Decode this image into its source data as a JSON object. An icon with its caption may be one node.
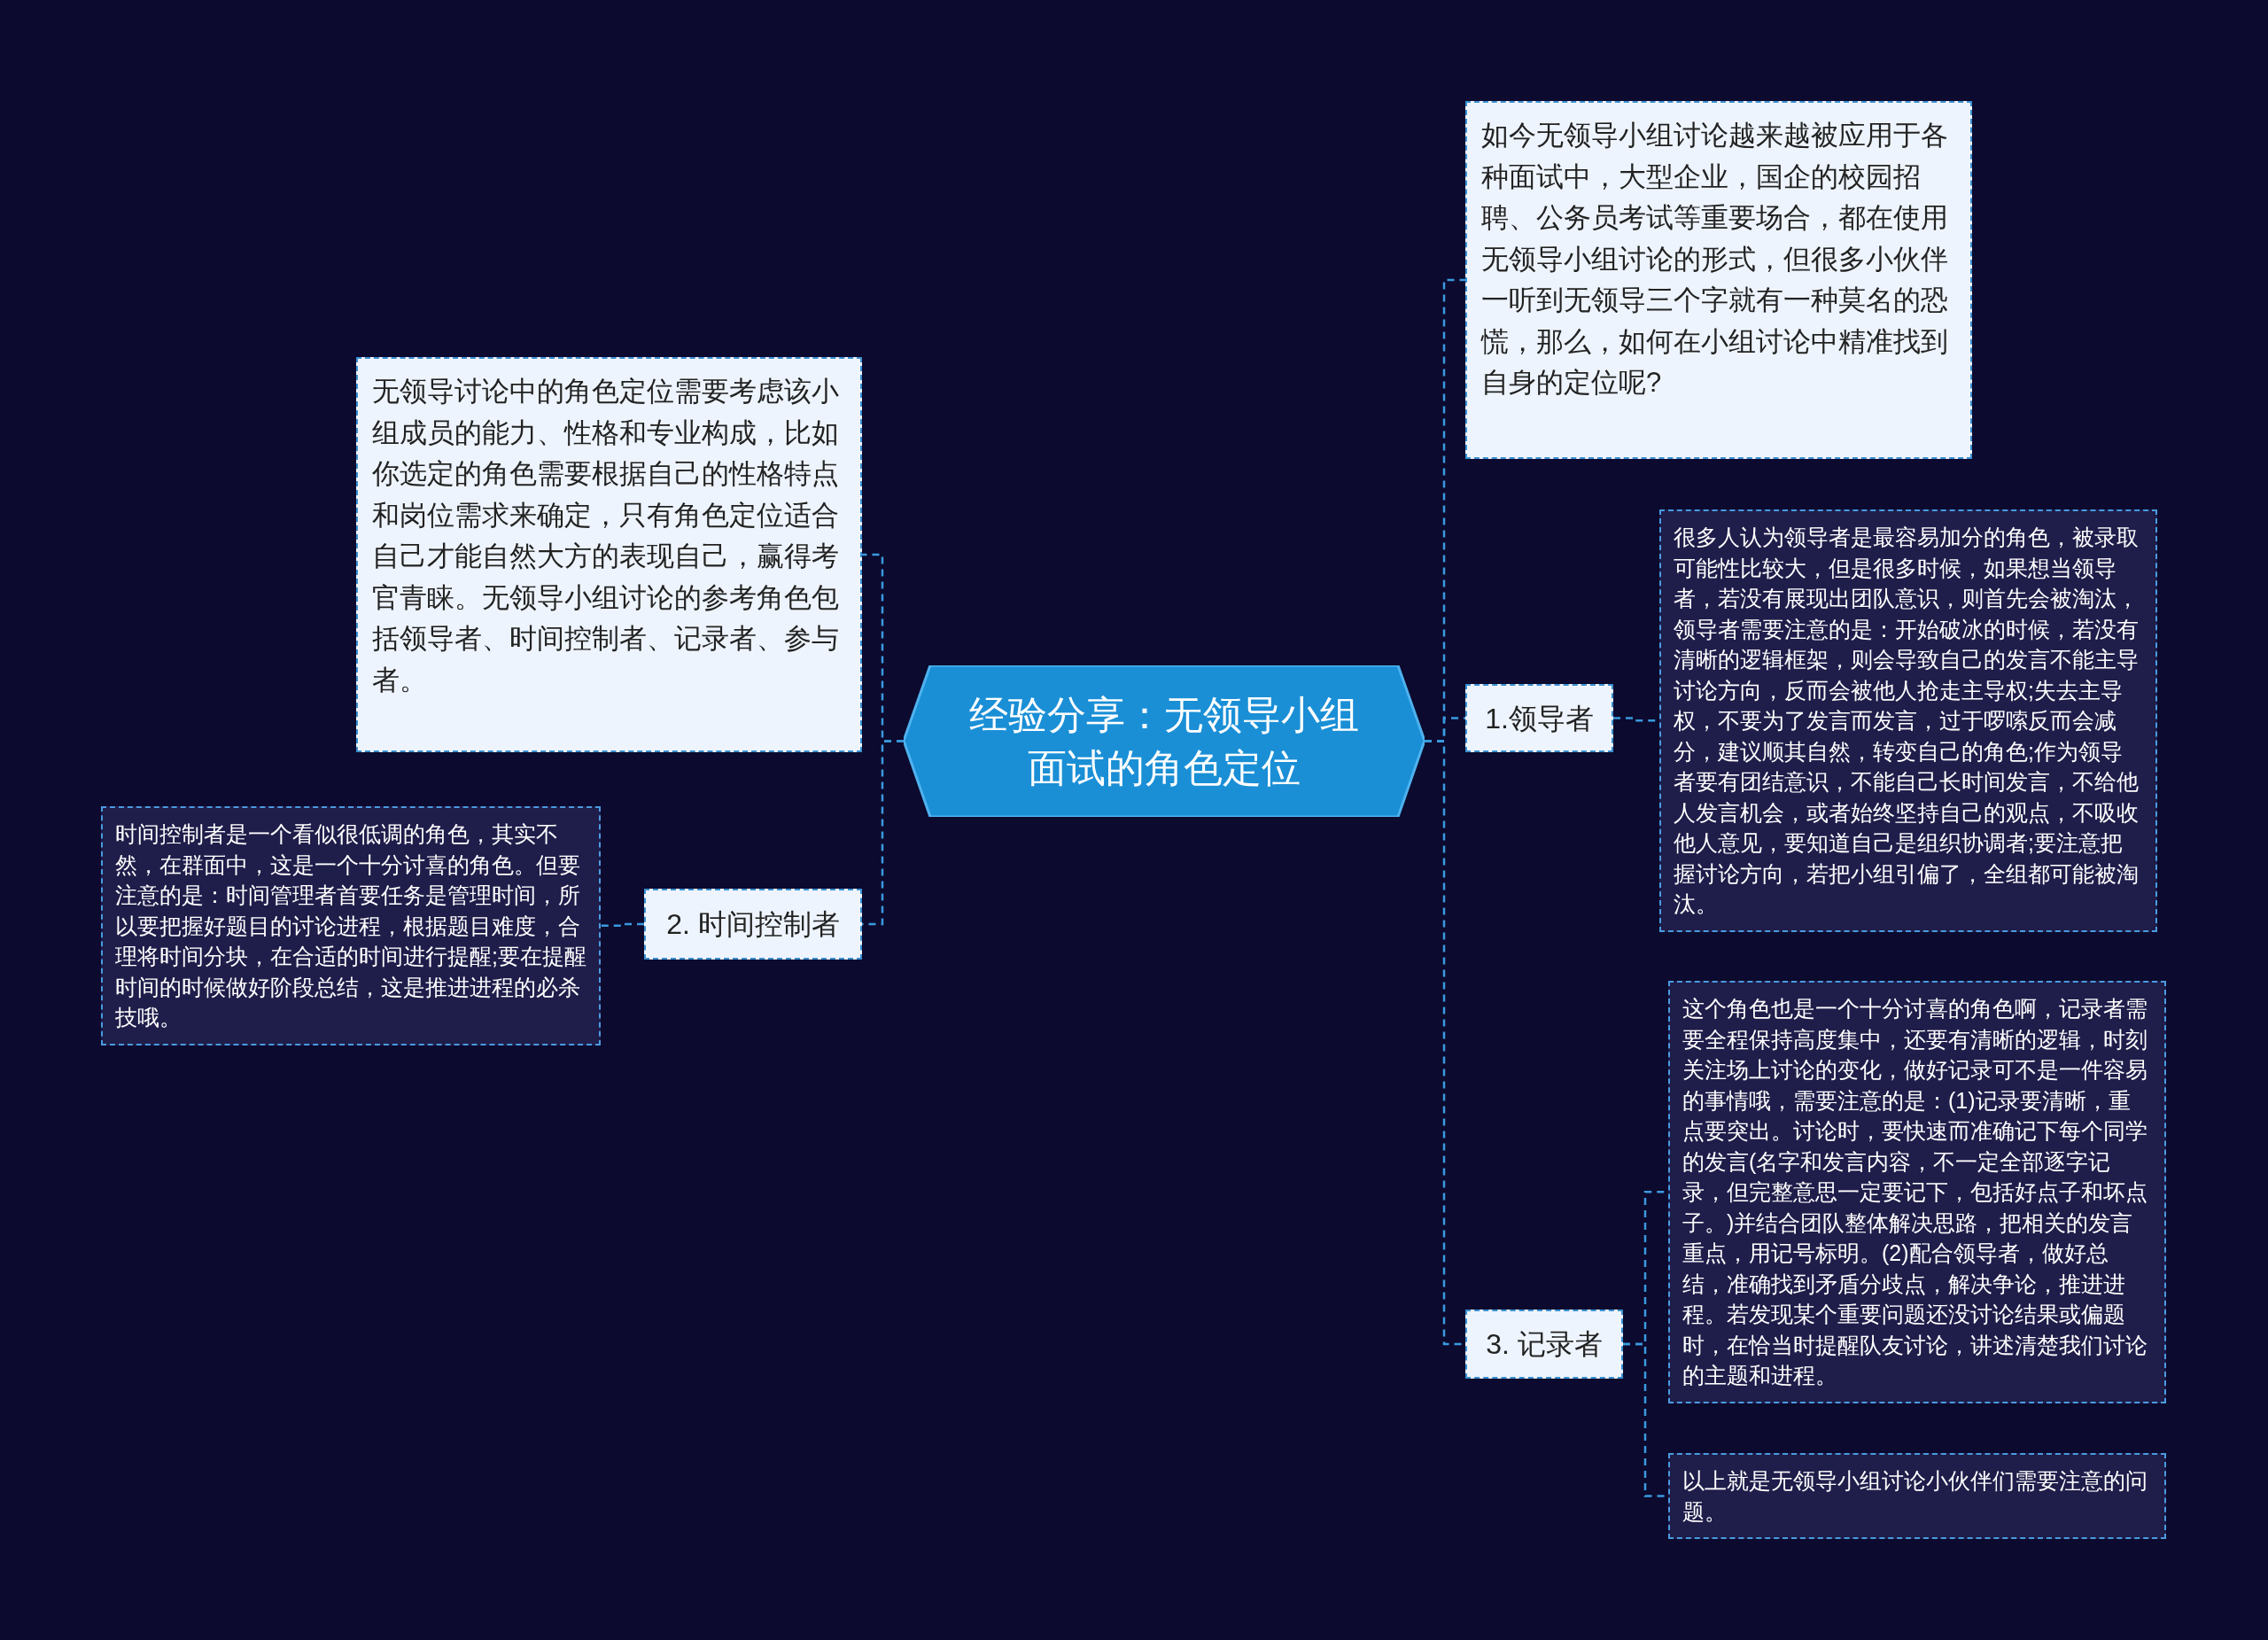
{
  "diagram": {
    "nodes": [
      {
        "text": [
          "经验分享：无领导小组面试的角色定位"
        ]
      },
      {
        "text": [
          "如今无领导小组讨论越来越被应用于各种面试中，大型企业，国企的校园招聘、公务员考试等重要场合，都在使用无领导小组讨论的形式，但很多小伙伴一听到无领导三个字就有一种莫名的恐慌，那么，如何在小组讨论中精准找到自身的定位呢?"
        ]
      },
      {
        "text": [
          "1.领导者"
        ]
      },
      {
        "text": [
          "很多人认为领导者是最容易加分的角色，被录取可能性比较大，但是很多时候，如果想当领导者，若没有展现出团队意识，则首先会被淘汰，领导者需要注意的是：开始破冰的时候，若没有清晰的逻辑框架，则会导致自己的发言不能主导讨论方向，反而会被他人抢走主导权;失去主导权，不要为了发言而发言，过于啰嗦反而会减分，建议顺其自然，转变自己的角色;作为领导者要有团结意识，不能自己长时间发言，不给他人发言机会，或者始终坚持自己的观点，不吸收他人意见，要知道自己是组织协调者;要注意把握讨论方向，若把小组引偏了，全组都可能被淘汰。"
        ]
      },
      {
        "text": [
          "3. 记录者"
        ]
      },
      {
        "text": [
          "这个角色也是一个十分讨喜的角色啊，记录者需要全程保持高度集中，还要有清晰的逻辑，时刻关注场上讨论的变化，做好记录可不是一件容易的事情哦，需要注意的是：(1)记录要清晰，重点要突出。讨论时，要快速而准确记下每个同学的发言(名字和发言内容，不一定全部逐字记录，但完整意思一定要记下，包括好点子和坏点子。)并结合团队整体解决思路，把相关的发言重点，用记号标明。(2)配合领导者，做好总结，准确找到矛盾分歧点，解决争论，推进进程。若发现某个重要问题还没讨论结果或偏题时，在恰当时提醒队友讨论，讲述清楚我们讨论的主题和进程。"
        ]
      },
      {
        "text": [
          "以上就是无领导小组讨论小伙伴们需要注意的问题。"
        ]
      },
      {
        "text": [
          "无领导讨论中的角色定位需要考虑该小组成员的能力、性格和专业构成，比如你选定的角色需要根据自己的性格特点和岗位需求来确定，只有角色定位适合自己才能自然大方的表现自己，赢得考官青睐。无领导小组讨论的参考角色包括领导者、时间控制者、记录者、参与者。"
        ]
      },
      {
        "text": [
          "2. 时间控制者"
        ]
      },
      {
        "text": [
          "时间控制者是一个看似很低调的角色，其实不然，在群面中，这是一个十分讨喜的角色。但要注意的是：时间管理者首要任务是管理时间，所以要把握好题目的讨论进程，根据题目难度，合理将时间分块，在合适的时间进行提醒;要在提醒时间的时候做好阶段总结，这是推进进程的必杀技哦。"
        ]
      }
    ],
    "edges": [
      {
        "from": 0,
        "to": 1,
        "arrow": "none"
      },
      {
        "from": 0,
        "to": 2,
        "arrow": "none"
      },
      {
        "from": 0,
        "to": 4,
        "arrow": "none"
      },
      {
        "from": 0,
        "to": 7,
        "arrow": "none"
      },
      {
        "from": 0,
        "to": 8,
        "arrow": "none"
      },
      {
        "from": 2,
        "to": 3,
        "arrow": "none"
      },
      {
        "from": 4,
        "to": 5,
        "arrow": "none"
      },
      {
        "from": 4,
        "to": 6,
        "arrow": "none"
      },
      {
        "from": 8,
        "to": 9,
        "arrow": "none"
      }
    ]
  }
}
